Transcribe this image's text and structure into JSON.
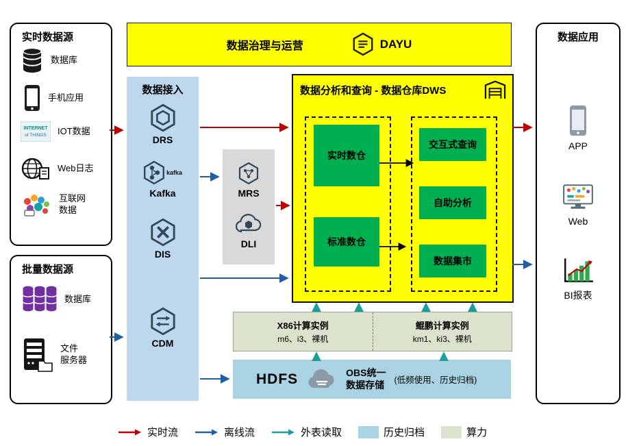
{
  "colors": {
    "realtime_flow": "#c00000",
    "offline_flow": "#1f5fa8",
    "external_read": "#1a9e9e",
    "archive_blue": "#a9d3e2",
    "compute_green": "#dbe3cf",
    "highlight_yellow": "#ffff00",
    "block_green": "#00b050",
    "ingestion_blue": "#bdd7ee"
  },
  "realtime_sources": {
    "title": "实时数据源",
    "items": [
      {
        "label": "数据库",
        "icon": "database-icon"
      },
      {
        "label": "手机应用",
        "icon": "mobile-icon"
      },
      {
        "label": "IOT数据",
        "icon": "iot-icon"
      },
      {
        "label": "Web日志",
        "icon": "weblog-icon"
      },
      {
        "label": "互联网\n数据",
        "icon": "internet-cloud-icon"
      }
    ]
  },
  "batch_sources": {
    "title": "批量数据源",
    "items": [
      {
        "label": "数据库",
        "icon": "purple-database-icon"
      },
      {
        "label": "文件\n服务器",
        "icon": "file-server-icon"
      }
    ]
  },
  "governance": {
    "title": "数据治理与运营",
    "logo": "DAYU"
  },
  "ingestion": {
    "title": "数据接入",
    "items": [
      {
        "label": "DRS",
        "icon": "drs-hexagon-icon"
      },
      {
        "label": "Kafka",
        "icon": "kafka-hexagon-icon"
      },
      {
        "label": "DIS",
        "icon": "dis-hexagon-icon"
      },
      {
        "label": "CDM",
        "icon": "cdm-hexagon-icon"
      }
    ]
  },
  "processing": {
    "items": [
      {
        "label": "MRS",
        "icon": "mrs-hexagon-icon"
      },
      {
        "label": "DLI",
        "icon": "dli-cloud-icon"
      }
    ]
  },
  "dws": {
    "title": "数据分析和查询 - 数据仓库DWS",
    "left_blocks": [
      {
        "label": "实时数仓"
      },
      {
        "label": "标准数仓"
      }
    ],
    "right_blocks": [
      {
        "label": "交互式查询"
      },
      {
        "label": "自助分析"
      },
      {
        "label": "数据集市"
      }
    ]
  },
  "compute": {
    "x86": {
      "title": "X86计算实例",
      "spec": "m6、i3、裸机"
    },
    "kunpeng": {
      "title": "鲲鹏计算实例",
      "spec": "km1、ki3、裸机"
    }
  },
  "storage": {
    "hdfs": "HDFS",
    "obs": "OBS统一\n数据存储",
    "note": "(低频使用、历史归档)"
  },
  "applications": {
    "title": "数据应用",
    "items": [
      {
        "label": "APP",
        "icon": "app-phone-icon"
      },
      {
        "label": "Web",
        "icon": "web-monitor-icon"
      },
      {
        "label": "BI报表",
        "icon": "bi-chart-icon"
      }
    ]
  },
  "legend": {
    "realtime": "实时流",
    "offline": "离线流",
    "external": "外表读取",
    "archive": "历史归档",
    "compute": "算力"
  }
}
